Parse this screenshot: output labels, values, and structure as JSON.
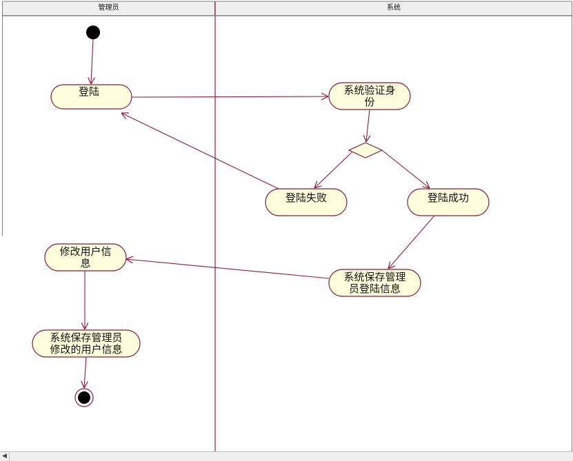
{
  "swimlanes": [
    {
      "name": "管理员"
    },
    {
      "name": "系统"
    }
  ],
  "nodes": {
    "login": "登陆",
    "verify": "系统验证身\n份",
    "fail": "登陆失败",
    "success": "登陆成功",
    "save_login": "系统保存管理\n员登陆信息",
    "modify": "修改用户信\n息",
    "save_modify": "系统保存管理员\n修改的用户信息"
  },
  "colors": {
    "node_fill": "#ffffdd",
    "node_stroke": "#8b1a3f",
    "edge": "#8b1a3f",
    "lane_line": "#8b1a3f",
    "start": "#000000"
  }
}
